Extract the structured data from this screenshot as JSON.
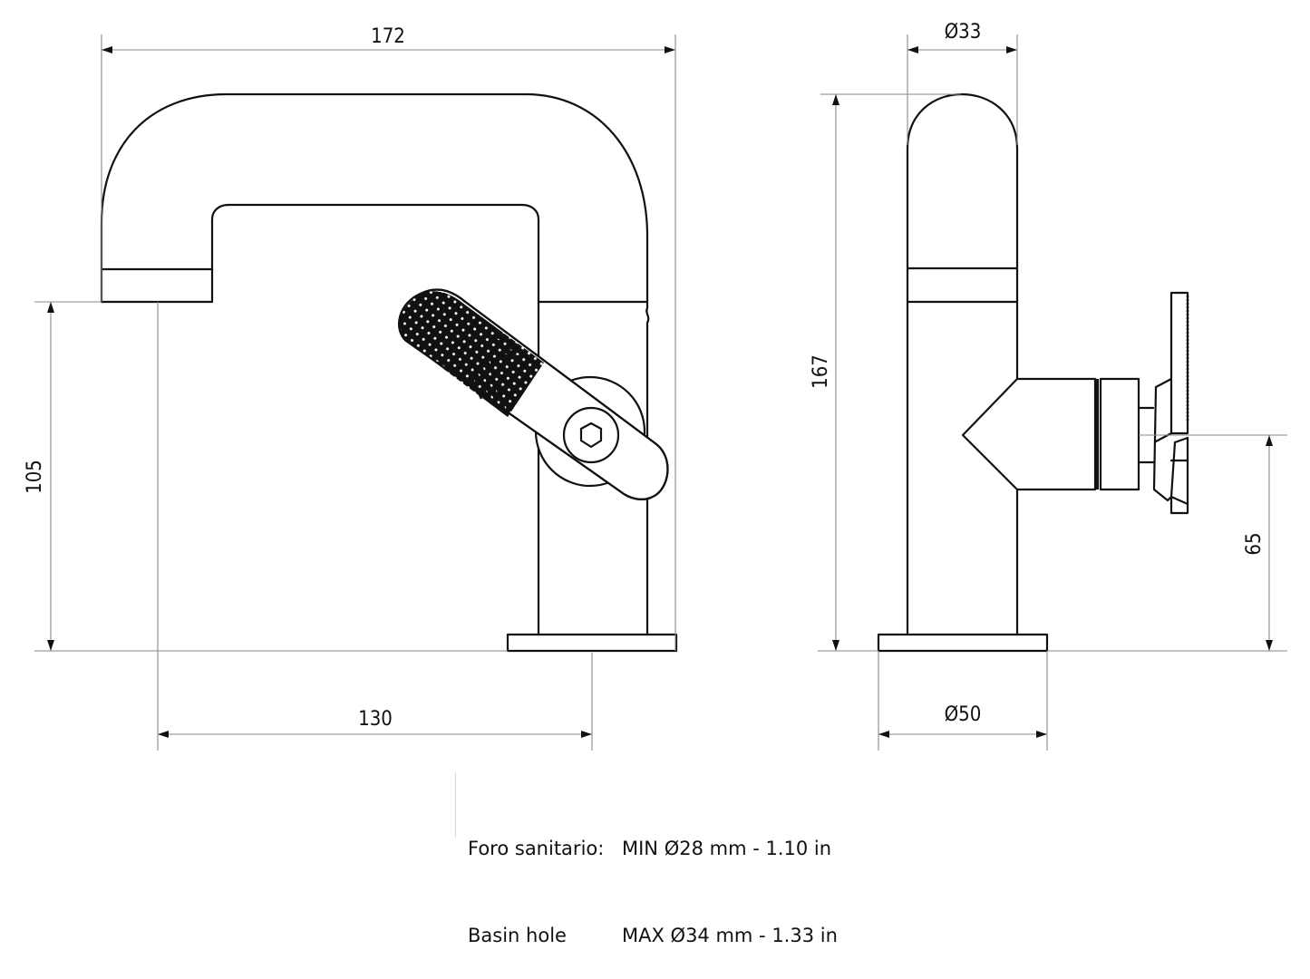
{
  "drawing": {
    "title": "Basin mixer technical drawing",
    "units": "mm",
    "colors": {
      "line": "#111111",
      "dimension_line": "#8a8a8a",
      "background": "#ffffff"
    },
    "front_view": {
      "dimensions": {
        "overall_width": "172",
        "spout_height": "105",
        "spout_projection": "130"
      }
    },
    "side_view": {
      "dimensions": {
        "body_diameter": "Ø33",
        "overall_height": "167",
        "handle_height": "65",
        "base_diameter": "Ø50"
      }
    },
    "notes": {
      "line1_label": "Foro sanitario:",
      "line1_value": "MIN Ø28 mm - 1.10 in",
      "line2_label": "Basin hole",
      "line2_value": "MAX Ø34 mm - 1.33 in"
    }
  }
}
